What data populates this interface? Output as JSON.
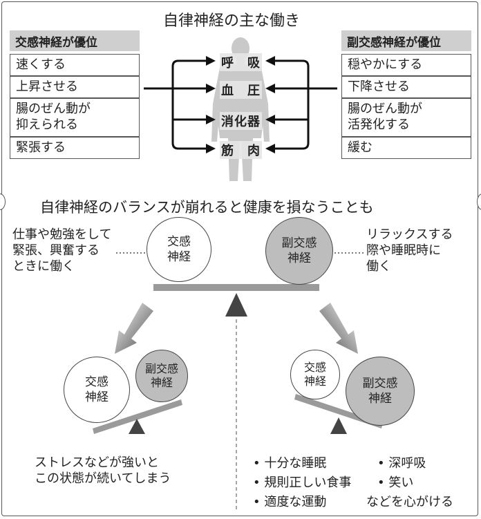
{
  "title": "自律神経の主な働き",
  "sympathetic_header": "交感神経が優位",
  "parasympathetic_header": "副交感神経が優位",
  "sympathetic_effects": [
    "速くする",
    "上昇させる",
    "腸のぜん動が\n抑えられる",
    "緊張する"
  ],
  "parasympathetic_effects": [
    "穏やかにする",
    "下降させる",
    "腸のぜん動が\n活発化する",
    "緩む"
  ],
  "organs": [
    "呼　吸",
    "血　圧",
    "消化器",
    "筋　肉"
  ],
  "balance_title": "自律神経のバランスが崩れると健康を損なうことも",
  "left_note": "仕事や勉強をして\n緊張、興奮する\nときに働く",
  "right_note": "リラックスする\n際や睡眠時に\n働く",
  "sympathetic_label": "交感\n神経",
  "parasympathetic_label": "副交感\n神経",
  "left_outcome": "ストレスなどが強いと\nこの状態が続いてしまう",
  "right_tips": [
    "• 十分な睡眠",
    "• 規則正しい食事",
    "• 適度な運動",
    "• 深呼吸",
    "• 笑い"
  ],
  "right_tips_suffix": "などを心がける"
}
